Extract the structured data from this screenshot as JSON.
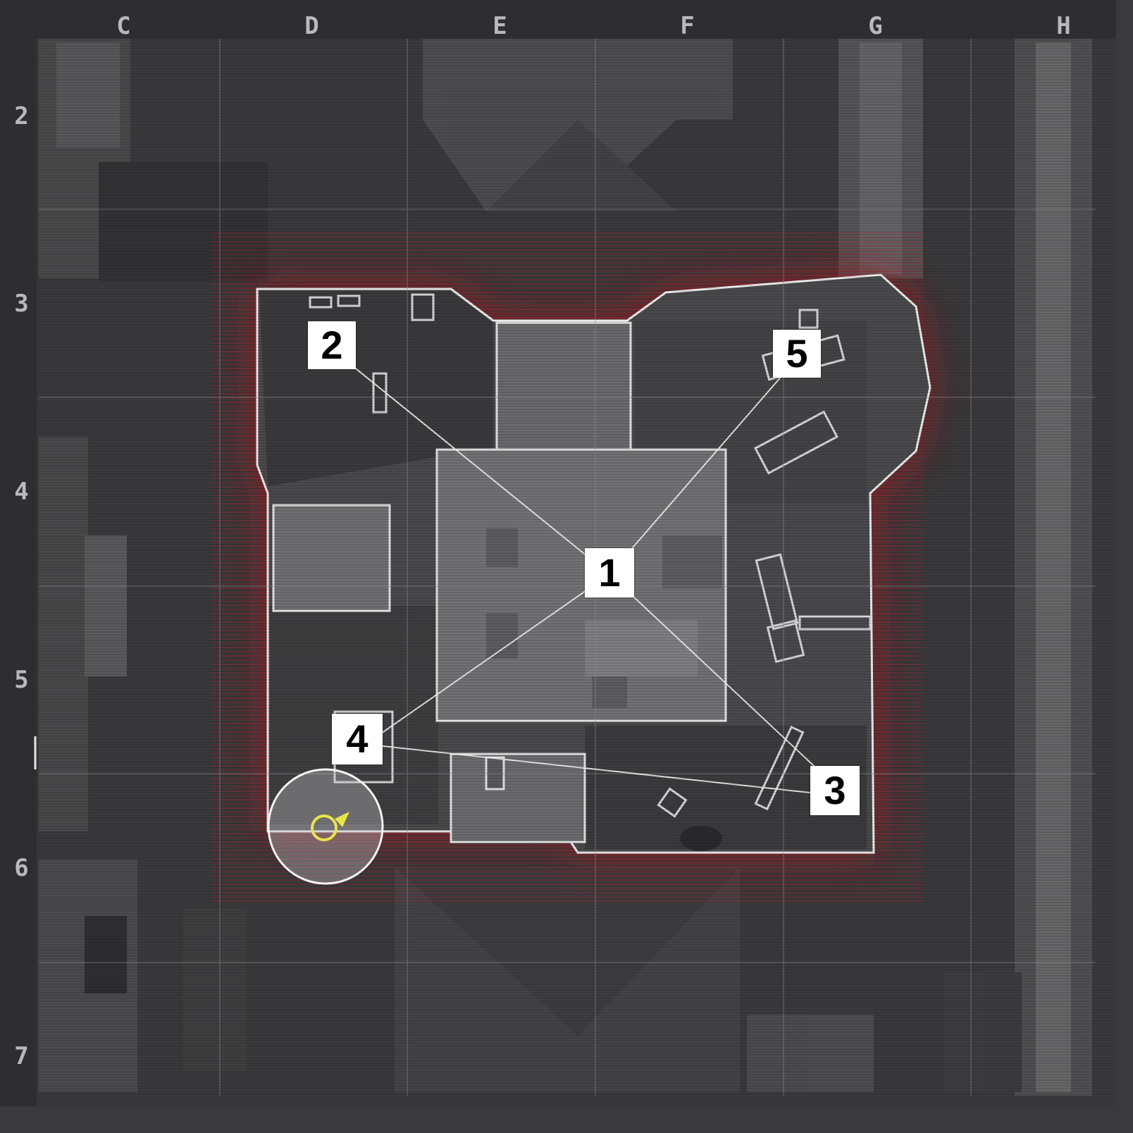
{
  "map": {
    "column_labels": [
      "C",
      "D",
      "E",
      "F",
      "G",
      "H"
    ],
    "row_labels": [
      "2",
      "3",
      "4",
      "5",
      "6",
      "7"
    ],
    "markers": [
      {
        "id": "1",
        "label": "1"
      },
      {
        "id": "2",
        "label": "2"
      },
      {
        "id": "3",
        "label": "3"
      },
      {
        "id": "4",
        "label": "4"
      },
      {
        "id": "5",
        "label": "5"
      }
    ],
    "player_icon": "player-position-icon",
    "colors": {
      "background": "#3b3a3c",
      "out_of_bounds_glow": "#8c1a1f",
      "playable_area": "#4a4a4d",
      "building": "#6e6e71",
      "boundary": "#e9e9ea",
      "grid_line": "#8a8a8e",
      "marker_fill": "#ffffff",
      "marker_text": "#000000",
      "player": "#e9e44a"
    }
  }
}
